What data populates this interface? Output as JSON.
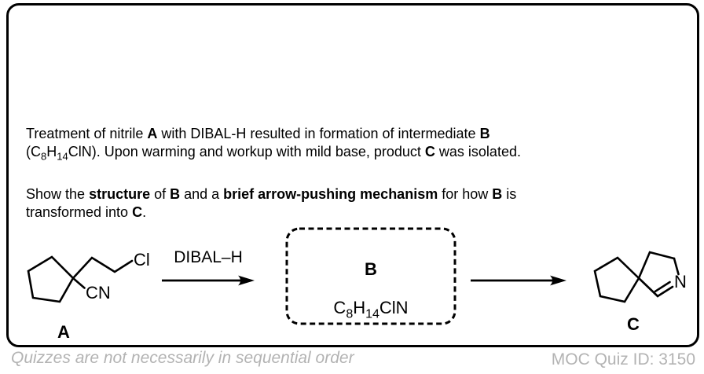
{
  "question": {
    "p1": {
      "s1": "Treatment of nitrile ",
      "b1": "A",
      "s2": " with DIBAL-H resulted in formation of intermediate ",
      "b2": "B",
      "s3": "(C",
      "sub1": "8",
      "s4": "H",
      "sub2": "14",
      "s5": "ClN). Upon warming and workup with mild base, product ",
      "b3": "C",
      "s6": " was isolated."
    },
    "p2": {
      "s1": "Show the ",
      "b1": "structure",
      "s2": " of ",
      "b2": "B",
      "s3": " and a ",
      "b3": "brief arrow-pushing mechanism",
      "s4": " for how ",
      "b4": "B",
      "s5": " is",
      "s6": "transformed into ",
      "b5": "C",
      "s7": "."
    }
  },
  "scheme": {
    "reagent_label": "DIBAL–H",
    "compound_a": {
      "label": "A",
      "chlorine": "Cl",
      "nitrile": "CN"
    },
    "intermediate_b": {
      "label": "B",
      "formula": {
        "f1": "C",
        "f1sub": "8",
        "f2": "H",
        "f2sub": "14",
        "f3": "ClN"
      }
    },
    "compound_c": {
      "label": "C",
      "nitrogen": "N"
    }
  },
  "footer": {
    "note": "Quizzes are not necessarily in sequential order",
    "quiz_id": "MOC Quiz ID: 3150"
  },
  "colors": {
    "ink": "#000000",
    "muted_gray": "#b3b3b3"
  }
}
